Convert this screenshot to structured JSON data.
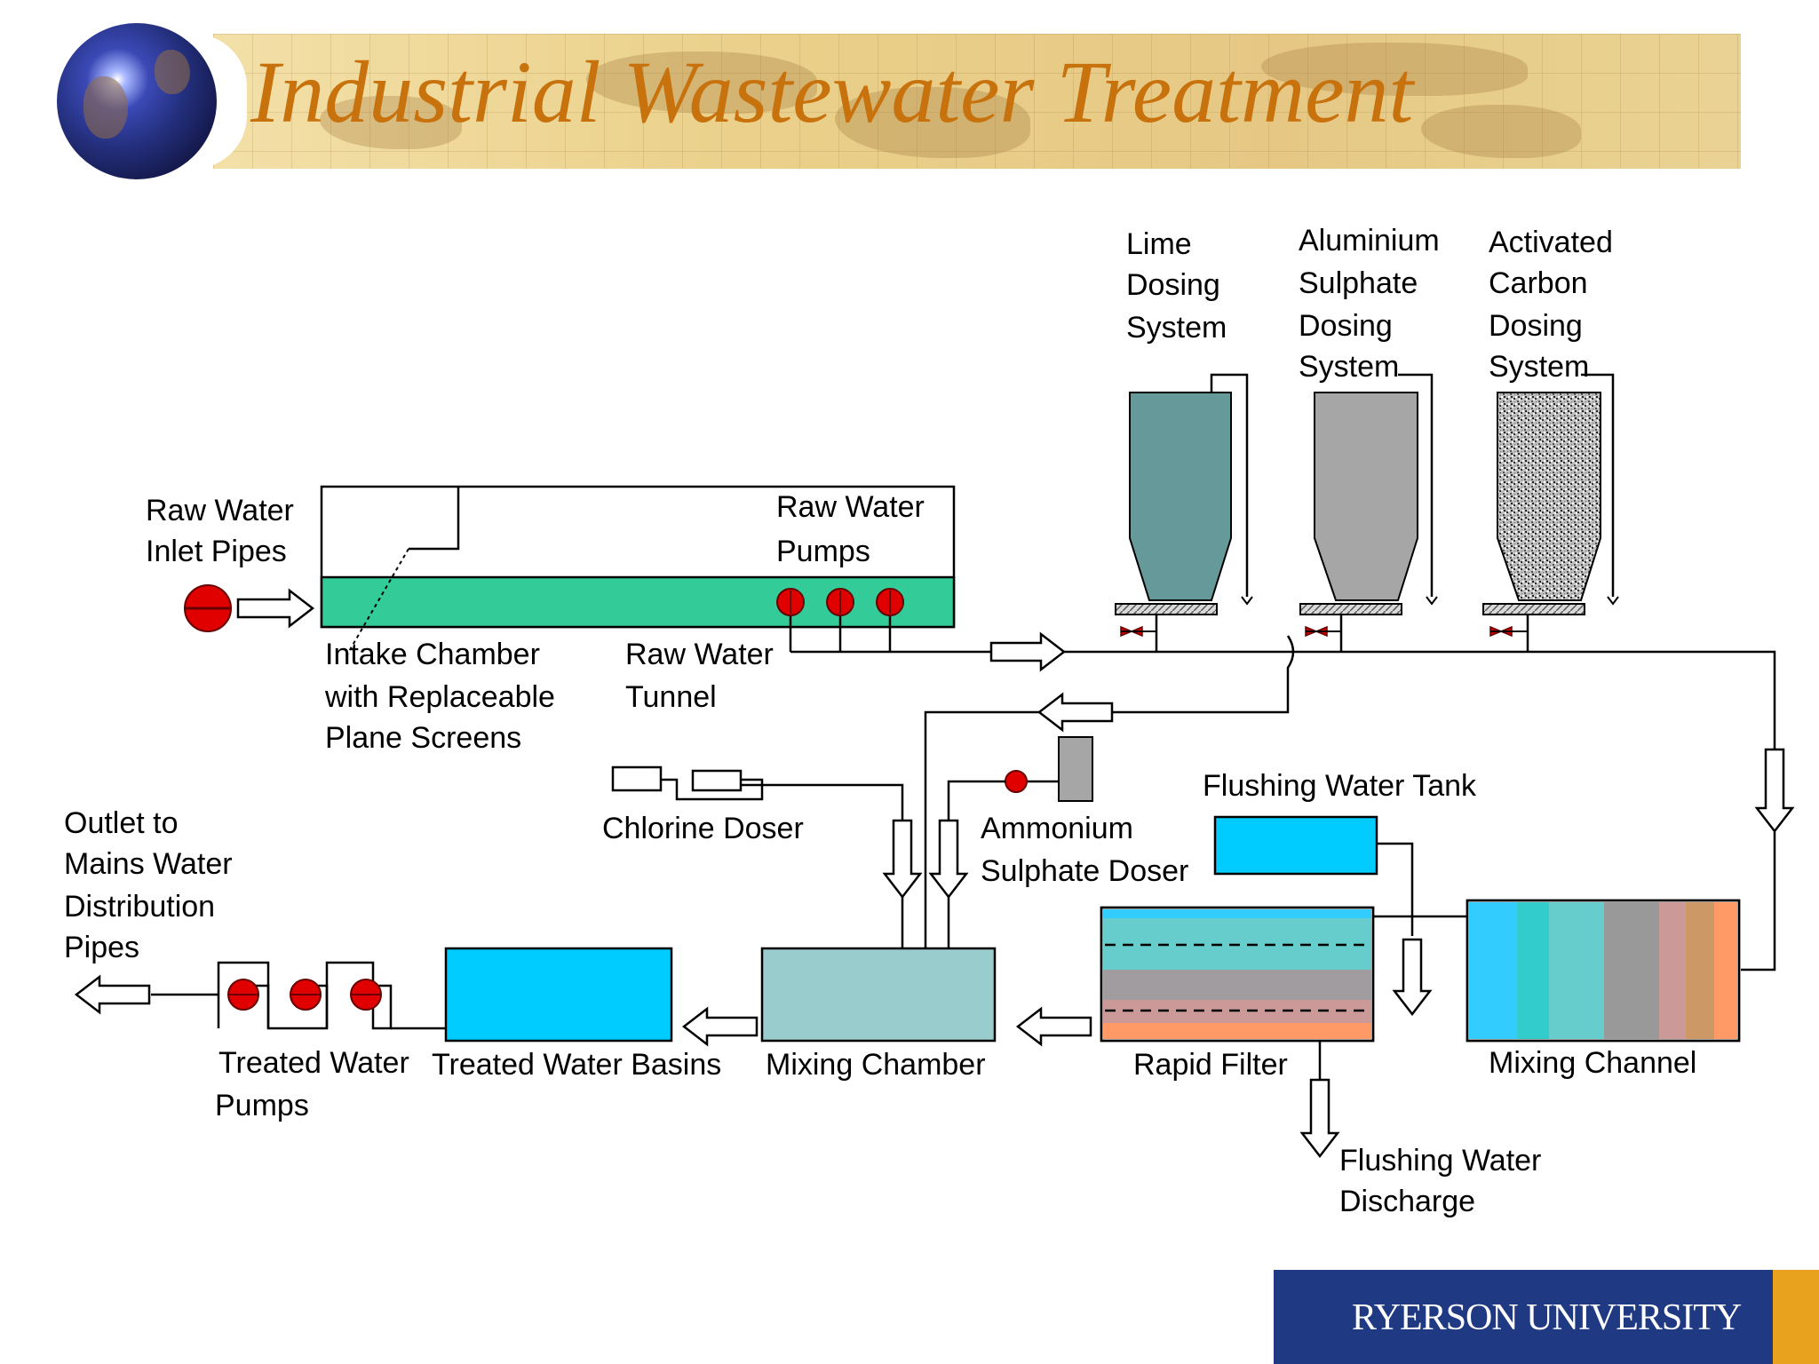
{
  "slide": {
    "title": "Industrial Wastewater Treatment",
    "title_color": "#c8720e",
    "logo_text": "RYERSON UNIVERSITY"
  },
  "colors": {
    "intake_water": "#33cc99",
    "lime_silo": "#669999",
    "alum_silo": "#a6a6a6",
    "pump_red": "#e00000",
    "treated_basin": "#00ccff",
    "mixing_chamber": "#99cccc",
    "ammonium_doser": "#a6a6a6",
    "flushing_tank": "#00ccff",
    "logo_blue": "#1f3a83",
    "logo_gold": "#e8a21e"
  },
  "filter_layers": [
    "#33ccff",
    "#66cccc",
    "#a09ca0",
    "#cc9999",
    "#ff9966"
  ],
  "mixing_channel_bands": [
    "#33ccff",
    "#33cccc",
    "#66cccc",
    "#999999",
    "#cc9999",
    "#cc9966",
    "#ff9966"
  ],
  "labels": {
    "raw_water_inlet": [
      "Raw Water",
      "Inlet Pipes"
    ],
    "raw_water_pumps": [
      "Raw Water",
      "Pumps"
    ],
    "intake_chamber": [
      "Intake Chamber",
      "with Replaceable",
      "Plane Screens"
    ],
    "raw_water_tunnel": [
      "Raw Water",
      "Tunnel"
    ],
    "lime_dosing": [
      "Lime",
      "Dosing",
      "System"
    ],
    "alum_dosing": [
      "Aluminium",
      "Sulphate",
      "Dosing",
      "System"
    ],
    "carbon_dosing": [
      "Activated",
      "Carbon",
      "Dosing",
      "System"
    ],
    "chlorine_doser": "Chlorine Doser",
    "ammonium_doser": [
      "Ammonium",
      "Sulphate Doser"
    ],
    "flushing_tank": "Flushing Water Tank",
    "outlet": [
      "Outlet to",
      "Mains Water",
      "Distribution",
      "Pipes"
    ],
    "treated_pumps": [
      "Treated Water",
      "Pumps"
    ],
    "treated_basins": "Treated Water Basins",
    "mixing_chamber": "Mixing Chamber",
    "rapid_filter": "Rapid Filter",
    "mixing_channel": "Mixing Channel",
    "flushing_discharge": [
      "Flushing Water",
      "Discharge"
    ]
  }
}
